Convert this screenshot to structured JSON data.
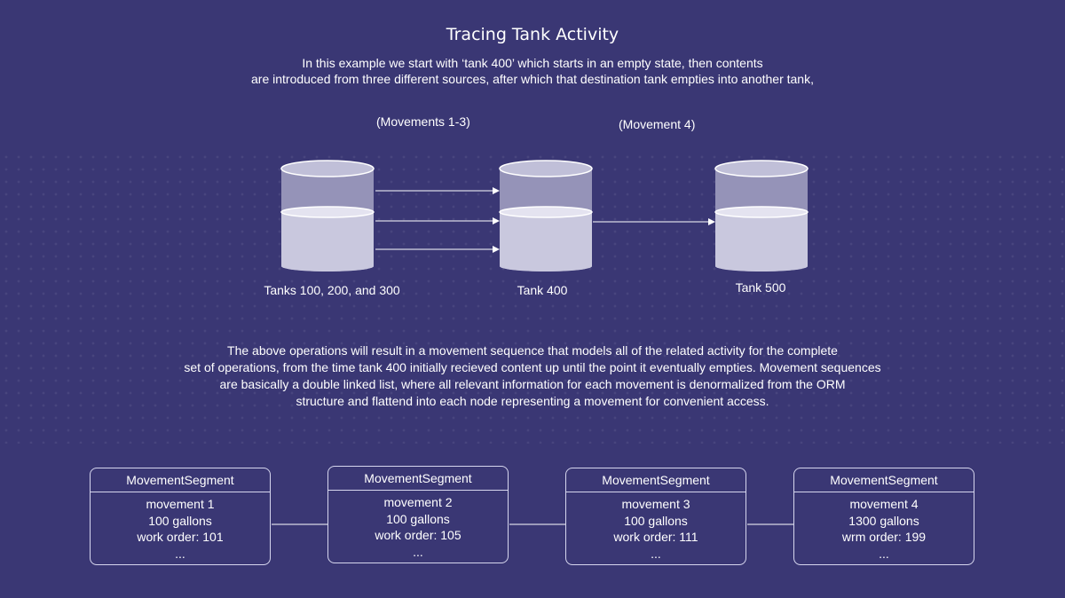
{
  "title": "Tracing Tank Activity",
  "intro": [
    "In this example we start with ‘tank 400’ which starts in an empty state, then contents",
    "are introduced from three different sources, after which that destination tank empties into another tank,"
  ],
  "movement_labels": {
    "first": "(Movements 1-3)",
    "second": "(Movement 4)"
  },
  "tanks": [
    {
      "label": "Tanks 100, 200, and 300"
    },
    {
      "label": "Tank 400"
    },
    {
      "label": "Tank 500"
    }
  ],
  "paragraph": [
    "The above operations will result in a movement sequence that models all of the related activity for the complete",
    "set of operations, from the time tank 400 initially recieved content up until the point it eventually empties. Movement sequences",
    "are basically a double linked list, where all relevant information for each movement is denormalized from the ORM",
    "structure and flattend into each node representing a movement for convenient access."
  ],
  "segments": [
    {
      "header": "MovementSegment",
      "lines": [
        "movement 1",
        "100 gallons",
        "work order: 101",
        "..."
      ]
    },
    {
      "header": "MovementSegment",
      "lines": [
        "movement 2",
        "100 gallons",
        "work order: 105",
        "..."
      ]
    },
    {
      "header": "MovementSegment",
      "lines": [
        "movement 3",
        "100 gallons",
        "work order: 111",
        "..."
      ]
    },
    {
      "header": "MovementSegment",
      "lines": [
        "movement 4",
        "1300 gallons",
        "wrm order: 199",
        "..."
      ]
    }
  ],
  "colors": {
    "background": "#3a3774",
    "tank_empty": "#9593b8",
    "tank_liquid": "#c9c8de",
    "line": "#ffffff"
  }
}
